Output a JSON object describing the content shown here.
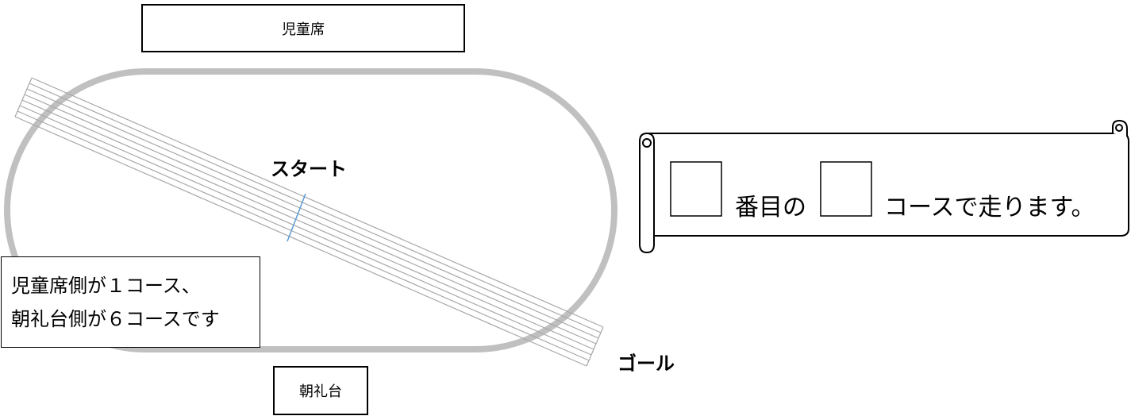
{
  "labels": {
    "seats": "児童席",
    "stage": "朝礼台",
    "start": "スタート",
    "goal": "ゴール"
  },
  "note": {
    "line1": "児童席側が１コース、",
    "line2": "朝礼台側が６コースです"
  },
  "scroll": {
    "text_number": "番目の",
    "text_course": "コースで走ります。"
  },
  "colors": {
    "track": "#c0c0c0",
    "lane_lines": "#a8a8a8",
    "start_line": "#5b9bd5"
  }
}
